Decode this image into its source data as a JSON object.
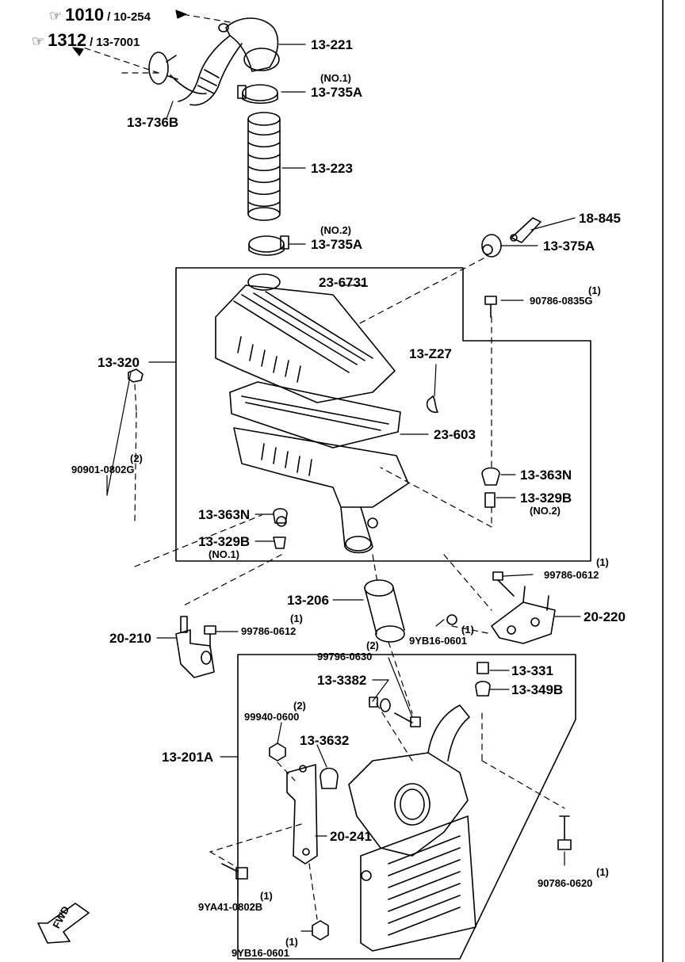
{
  "refs": [
    {
      "hand": "☞",
      "num": "1010",
      "sep": "/",
      "sub": "10-254"
    },
    {
      "hand": "☞",
      "num": "1312",
      "sep": "/",
      "sub": "13-7001"
    }
  ],
  "parts": {
    "p13_221": "13-221",
    "p13_735a_no1_note": "(NO.1)",
    "p13_735a_no1": "13-735A",
    "p13_736b": "13-736B",
    "p13_223": "13-223",
    "p13_735a_no2_note": "(NO.2)",
    "p13_735a_no2": "13-735A",
    "p18_845": "18-845",
    "p13_375a": "13-375A",
    "p23_6731": "23-6731",
    "p90786_0835g_qty": "(1)",
    "p90786_0835g": "90786-0835G",
    "p13_320": "13-320",
    "p13_z27": "13-Z27",
    "p23_603": "23-603",
    "p90901_0802g_qty": "(2)",
    "p90901_0802g": "90901-0802G",
    "p13_363n_right": "13-363N",
    "p13_329b_right": "13-329B",
    "p13_329b_right_note": "(NO.2)",
    "p13_363n_left": "13-363N",
    "p13_329b_left": "13-329B",
    "p13_329b_left_note": "(NO.1)",
    "p99786_0612_right_qty": "(1)",
    "p99786_0612_right": "99786-0612",
    "p13_206": "13-206",
    "p9yb16_0601_top_qty": "(1)",
    "p9yb16_0601_top": "9YB16-0601",
    "p20_220": "20-220",
    "p99786_0612_left_qty": "(1)",
    "p99786_0612_left": "99786-0612",
    "p20_210": "20-210",
    "p99796_0630_qty": "(2)",
    "p99796_0630": "99796-0630",
    "p13_331": "13-331",
    "p13_349b": "13-349B",
    "p13_3382": "13-3382",
    "p99940_0600_qty": "(2)",
    "p99940_0600": "99940-0600",
    "p13_3632": "13-3632",
    "p13_201a": "13-201A",
    "p20_241": "20-241",
    "p90786_0620_qty": "(1)",
    "p90786_0620": "90786-0620",
    "p9ya41_0802b_qty": "(1)",
    "p9ya41_0802b": "9YA41-0802B",
    "p9yb16_0601_bottom_qty": "(1)",
    "p9yb16_0601_bottom": "9YB16-0601",
    "fwd": "FWD"
  }
}
